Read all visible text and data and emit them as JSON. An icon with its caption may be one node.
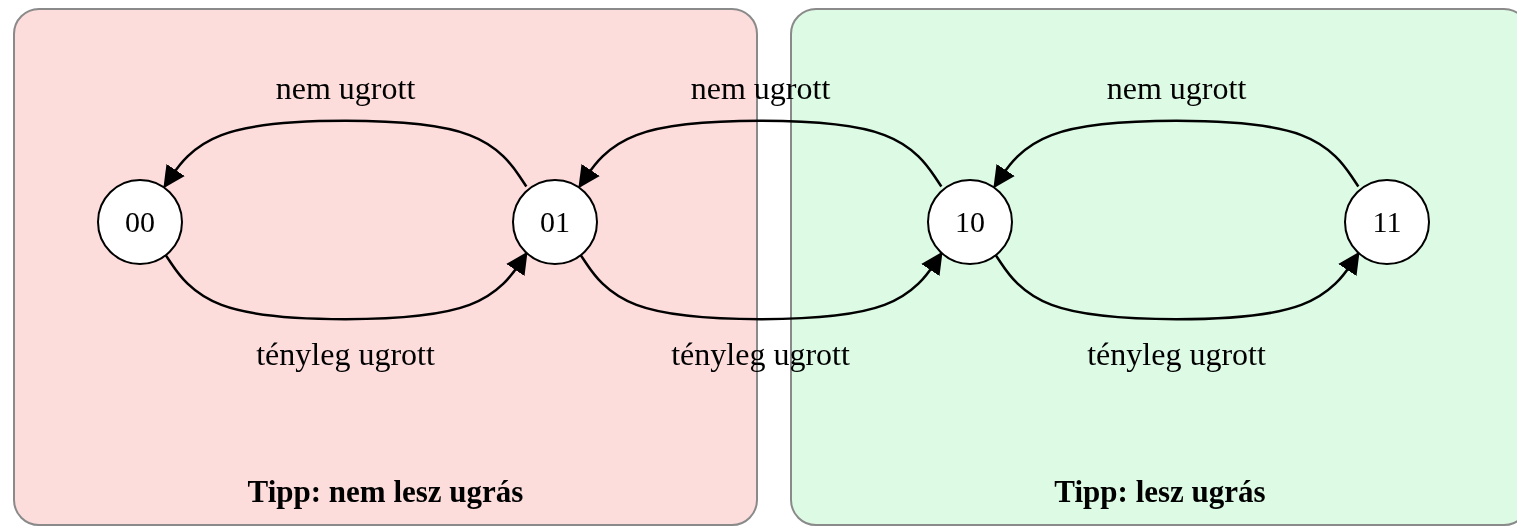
{
  "diagram": {
    "nodes": [
      {
        "text": [
          "Tipp: nem lesz ugrás"
        ]
      },
      {
        "text": [
          "00"
        ],
        "in": 0
      },
      {
        "text": [
          "01"
        ],
        "in": 0
      },
      {
        "text": [
          "Tipp: lesz ugrás"
        ]
      },
      {
        "text": [
          "10"
        ],
        "in": 3
      },
      {
        "text": [
          "11"
        ],
        "in": 3
      }
    ],
    "edges": [
      {
        "from": 2,
        "to": 1,
        "arrow": "to",
        "label": "nem ugrott"
      },
      {
        "from": 1,
        "to": 2,
        "arrow": "to",
        "label": "tényleg ugrott"
      },
      {
        "from": 4,
        "to": 2,
        "arrow": "to",
        "label": "nem ugrott"
      },
      {
        "from": 2,
        "to": 4,
        "arrow": "to",
        "label": "tényleg ugrott"
      },
      {
        "from": 5,
        "to": 4,
        "arrow": "to",
        "label": "nem ugrott"
      },
      {
        "from": 4,
        "to": 5,
        "arrow": "to",
        "label": "tényleg ugrott"
      }
    ]
  }
}
